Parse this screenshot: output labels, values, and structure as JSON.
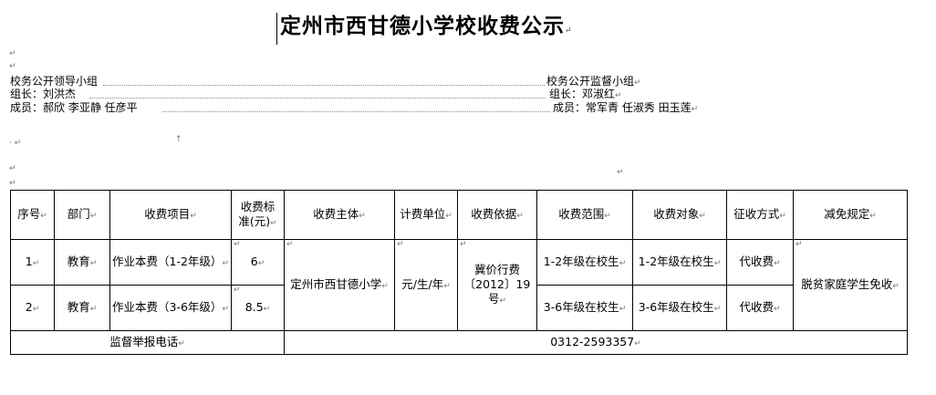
{
  "title": "定州市西甘德小学校收费公示",
  "para_mark": "↵",
  "leaders": {
    "left_group": "校务公开领导小组",
    "left_leader": "组长：刘洪杰",
    "left_members": "成员：郝欣 李亚静 任彦平",
    "right_group": "校务公开监督小组",
    "right_leader": "组长：邓淑红",
    "right_members": "成员：常军青 任淑秀 田玉莲"
  },
  "table": {
    "headers": [
      "序号",
      "部门",
      "收费项目",
      "收费标准(元)",
      "收费主体",
      "计费单位",
      "收费依据",
      "收费范围",
      "收费对象",
      "征收方式",
      "减免规定"
    ],
    "header_std_line1": "收费标",
    "header_std_line2": "准(元)",
    "rows": [
      {
        "no": "1",
        "dept": "教育",
        "item": "作业本费（1-2年级）",
        "std": "6",
        "scope": "1-2年级在校生",
        "target": "1-2年级在校生",
        "method": "代收费"
      },
      {
        "no": "2",
        "dept": "教育",
        "item": "作业本费（3-6年级）",
        "std": "8.5",
        "scope": "3-6年级在校生",
        "target": "3-6年级在校生",
        "method": "代收费"
      }
    ],
    "subject": "定州市西甘德小学",
    "unit": "元/生/年",
    "basis": "冀价行费〔2012〕19号",
    "exemption": "脱贫家庭学生免收",
    "phone_label": "监督举报电话",
    "phone": "0312-2593357"
  }
}
